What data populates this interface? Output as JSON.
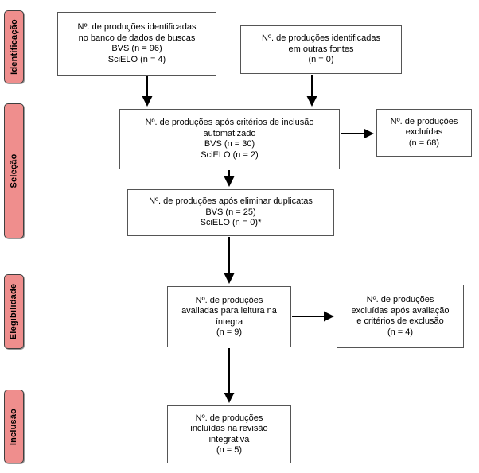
{
  "stages": [
    {
      "label": "Identificação"
    },
    {
      "label": "Seleção"
    },
    {
      "label": "Elegibilidade"
    },
    {
      "label": "Inclusão"
    }
  ],
  "boxes": {
    "identified_db": {
      "text": "Nº. de produções identificadas\nno banco de dados de buscas\nBVS (n = 96)\nSciELO (n = 4)"
    },
    "identified_other": {
      "text": "Nº. de produções identificadas\nem outras fontes\n(n = 0)"
    },
    "after_automated_criteria": {
      "text": "Nº. de produções após critérios de inclusão\nautomatizado\nBVS (n = 30)\nSciELO (n = 2)"
    },
    "excluded_screening": {
      "text": "Nº. de produções\nexcluídas\n(n = 68)"
    },
    "after_duplicates": {
      "text": "Nº. de produções após eliminar duplicatas\nBVS (n = 25)\nSciELO (n = 0)*"
    },
    "full_text_assessed": {
      "text": "Nº. de produções\navaliadas para leitura na\níntegra\n(n = 9)"
    },
    "excluded_eligibility": {
      "text": "Nº. de produções\nexcluídas após avaliação\ne critérios de exclusão\n(n = 4)"
    },
    "included_review": {
      "text": "Nº. de produções\nincluídas na revisão\nintegrativa\n(n = 5)"
    }
  },
  "colors": {
    "stage_fill": "#EF8E8D",
    "stage_border": "#3F3F3F",
    "box_border": "#555555",
    "arrow": "#000000"
  }
}
